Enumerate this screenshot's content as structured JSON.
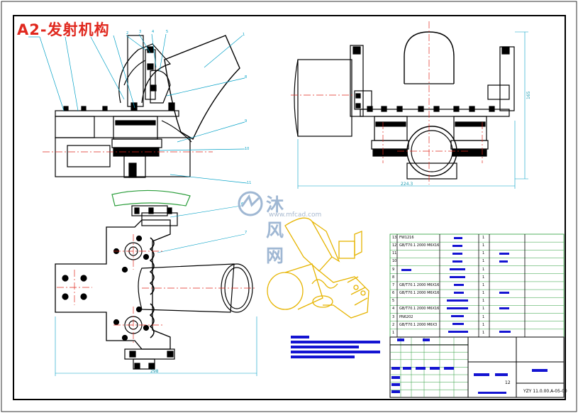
{
  "title": "A2-发射机构",
  "watermark": {
    "brand": "沐风网",
    "url": "www.mfcad.com"
  },
  "dimensions": {
    "front_width": "224.3",
    "front_height": "165",
    "top_width": "298"
  },
  "bom_rows": [
    {
      "no": "13",
      "spec": "FW1216"
    },
    {
      "no": "12",
      "spec": "GB/T70.1 2000 M6X16"
    },
    {
      "no": "11",
      "spec": ""
    },
    {
      "no": "10",
      "spec": ""
    },
    {
      "no": "9",
      "spec": ""
    },
    {
      "no": "8",
      "spec": ""
    },
    {
      "no": "7",
      "spec": "GB/T70.1 2000 M6X16"
    },
    {
      "no": "6",
      "spec": "GB/T70.1 2000 M6X16"
    },
    {
      "no": "5",
      "spec": ""
    },
    {
      "no": "4",
      "spec": "GB/T70.1 2000 M6X16"
    },
    {
      "no": "3",
      "spec": "PN6202"
    },
    {
      "no": "2",
      "spec": "GB/T70.1 2000 M6X3"
    },
    {
      "no": "1",
      "spec": ""
    }
  ],
  "title_block": {
    "drawing_no": "YZY 11.0.00.A-05-00",
    "sheet": "12"
  },
  "colors": {
    "outline": "#000000",
    "leader": "#00a0c6",
    "center": "#e0281e",
    "iso": "#e6b400",
    "note": "#1414d2",
    "title": "#e0281e"
  }
}
